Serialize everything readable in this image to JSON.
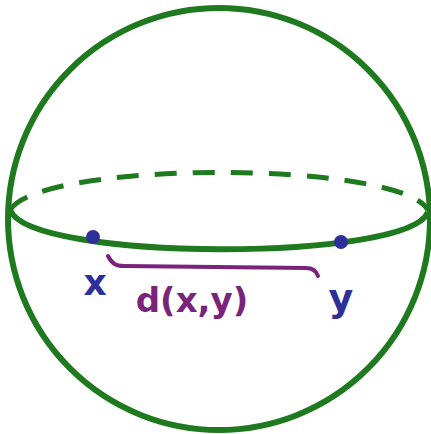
{
  "diagram": {
    "labels": [
      "x",
      "y",
      "d(x,y)"
    ]
  }
}
